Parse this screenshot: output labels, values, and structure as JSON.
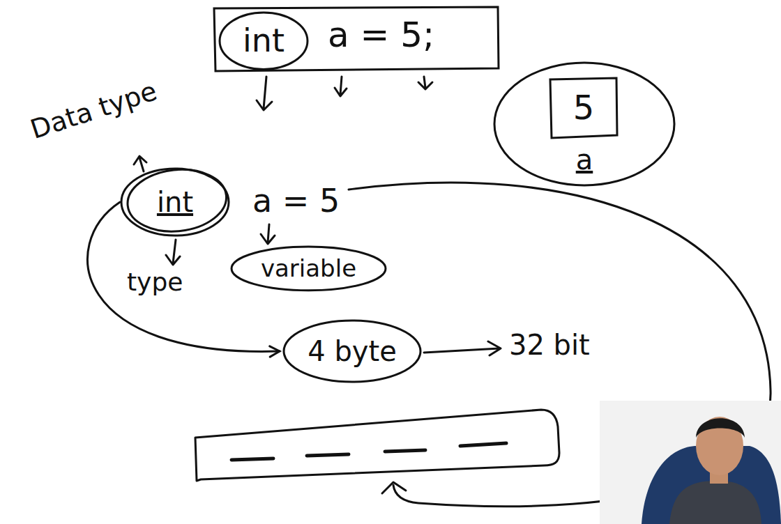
{
  "diagram": {
    "nodes": [
      {
        "text": [
          "a = 5;"
        ]
      },
      {
        "text": [
          "int"
        ],
        "in": 0
      },
      {
        "text": [
          "a"
        ]
      },
      {
        "text": [
          "5"
        ],
        "in": 2
      },
      {
        "text": [
          "int"
        ]
      },
      {
        "text": [
          "variable"
        ]
      },
      {
        "text": [
          "4 byte"
        ]
      }
    ],
    "edges": [
      {
        "from": 4,
        "to": 6,
        "arrow": "to"
      }
    ],
    "labels": [
      "Data type",
      "a = 5",
      "type",
      "32 bit"
    ]
  }
}
